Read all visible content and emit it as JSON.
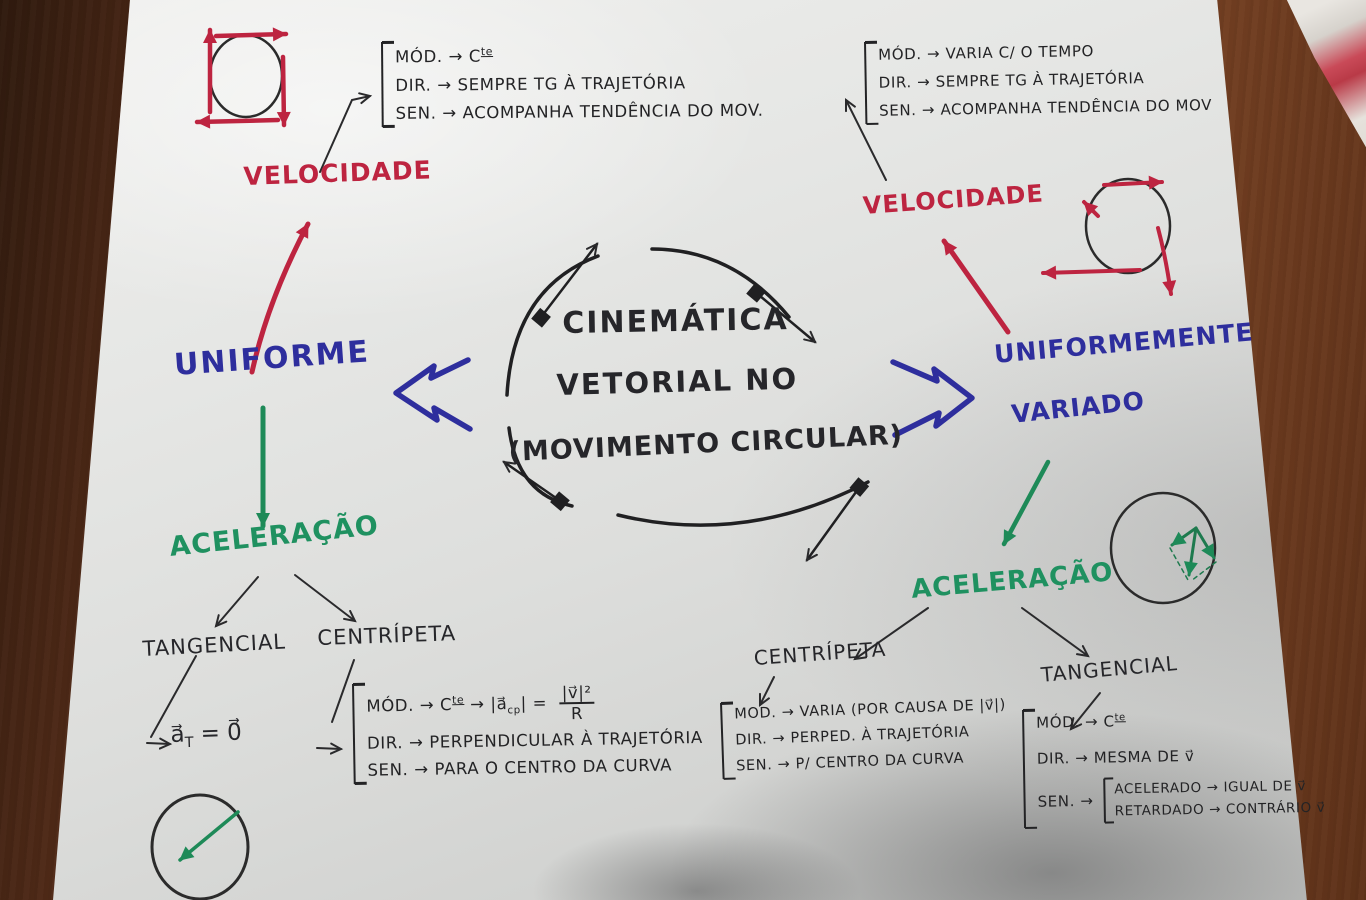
{
  "center": {
    "line1": "CINEMÁTICA",
    "line2": "VETORIAL NO",
    "line3": "(MOVIMENTO CIRCULAR)"
  },
  "left": {
    "branch_label": "UNIFORME",
    "velocidade": {
      "label": "VELOCIDADE",
      "mod_prefix": "MÓD. → C",
      "mod_sup": "te",
      "dir": "DIR. → SEMPRE TG À TRAJETÓRIA",
      "sen": "SEN. → ACOMPANHA TENDÊNCIA DO MOV."
    },
    "aceleracao": {
      "label": "ACELERAÇÃO",
      "tangencial_label": "TANGENCIAL",
      "eq_vec": "a⃗",
      "eq_sub": "T",
      "eq_rest": "= 0⃗",
      "centripeta_label": "CENTRÍPETA",
      "mod_p1": "MÓD. → C",
      "mod_sup": "te",
      "mod_p2": " → |a⃗",
      "mod_sub": "cp",
      "mod_p3": "| =",
      "mod_num": "|v⃗|²",
      "mod_den": "R",
      "dir": "DIR. → PERPENDICULAR À TRAJETÓRIA",
      "sen": "SEN. → PARA O CENTRO DA CURVA"
    }
  },
  "right": {
    "branch_label_line1": "UNIFORMEMENTE",
    "branch_label_line2": "VARIADO",
    "velocidade": {
      "label": "VELOCIDADE",
      "mod": "MÓD. → VARIA C/ O TEMPO",
      "dir": "DIR. → SEMPRE TG À TRAJETÓRIA",
      "sen": "SEN. → ACOMPANHA TENDÊNCIA DO MOV"
    },
    "aceleracao": {
      "label": "ACELERAÇÃO",
      "centripeta_label": "CENTRÍPETA",
      "centripeta_mod": "MOD. → VARIA (POR CAUSA DE |v⃗|)",
      "centripeta_dir": "DIR. → PERPED. À TRAJETÓRIA",
      "centripeta_sen": "SEN. → P/ CENTRO DA CURVA",
      "tangencial_label": "TANGENCIAL",
      "tangencial_mod_prefix": "MÓD. → C",
      "tangencial_mod_sup": "te",
      "tangencial_dir": "DIR. → MESMA DE v⃗",
      "tangencial_sen_prefix": "SEN. →",
      "tangencial_sen_acelerado": "ACELERADO → IGUAL DE v⃗",
      "tangencial_sen_retardado": "RETARDADO → CONTRÁRIO v⃗"
    }
  },
  "colors": {
    "red_marker": "#bd2440",
    "blue_pen": "#2e2e9d",
    "green_marker": "#1f9160",
    "black_pen": "#26262a",
    "paper": "#e3e4e2",
    "wood": "#713d21"
  }
}
